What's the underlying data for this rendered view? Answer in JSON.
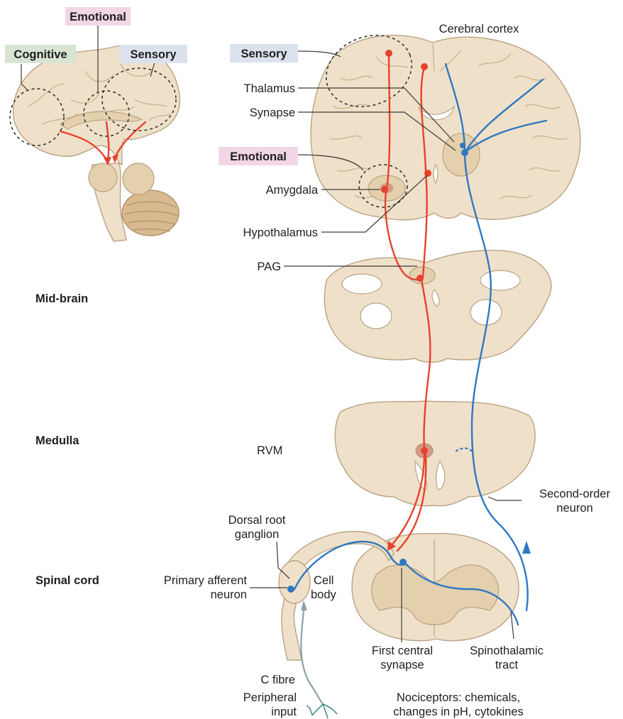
{
  "labels": {
    "emotional_top": "Emotional",
    "cognitive": "Cognitive",
    "sensory_left": "Sensory",
    "cerebral_cortex": "Cerebral cortex",
    "sensory_right": "Sensory",
    "thalamus": "Thalamus",
    "synapse": "Synapse",
    "emotional_right": "Emotional",
    "amygdala": "Amygdala",
    "hypothalamus": "Hypothalamus",
    "pag": "PAG",
    "mid_brain": "Mid-brain",
    "medulla": "Medulla",
    "rvm": "RVM",
    "second_order_1": "Second-order",
    "second_order_2": "neuron",
    "dorsal_root_1": "Dorsal root",
    "dorsal_root_2": "ganglion",
    "spinal_cord": "Spinal cord",
    "primary_afferent_1": "Primary afferent",
    "primary_afferent_2": "neuron",
    "cell_body_1": "Cell",
    "cell_body_2": "body",
    "first_central_1": "First central",
    "first_central_2": "synapse",
    "spinothalamic_1": "Spinothalamic",
    "spinothalamic_2": "tract",
    "c_fibre": "C fibre",
    "peripheral_1": "Peripheral",
    "peripheral_2": "input",
    "nociceptors_1": "Nociceptors: chemicals,",
    "nociceptors_2": "changes in pH, cytokines"
  },
  "colors": {
    "emotional_bg": "#f2d6e6",
    "cognitive_bg": "#d7e4d2",
    "sensory_bg": "#dbe2ee",
    "descending_pathway": "#e8412f",
    "ascending_pathway": "#2f78c2",
    "tissue": "#efe1c9"
  }
}
